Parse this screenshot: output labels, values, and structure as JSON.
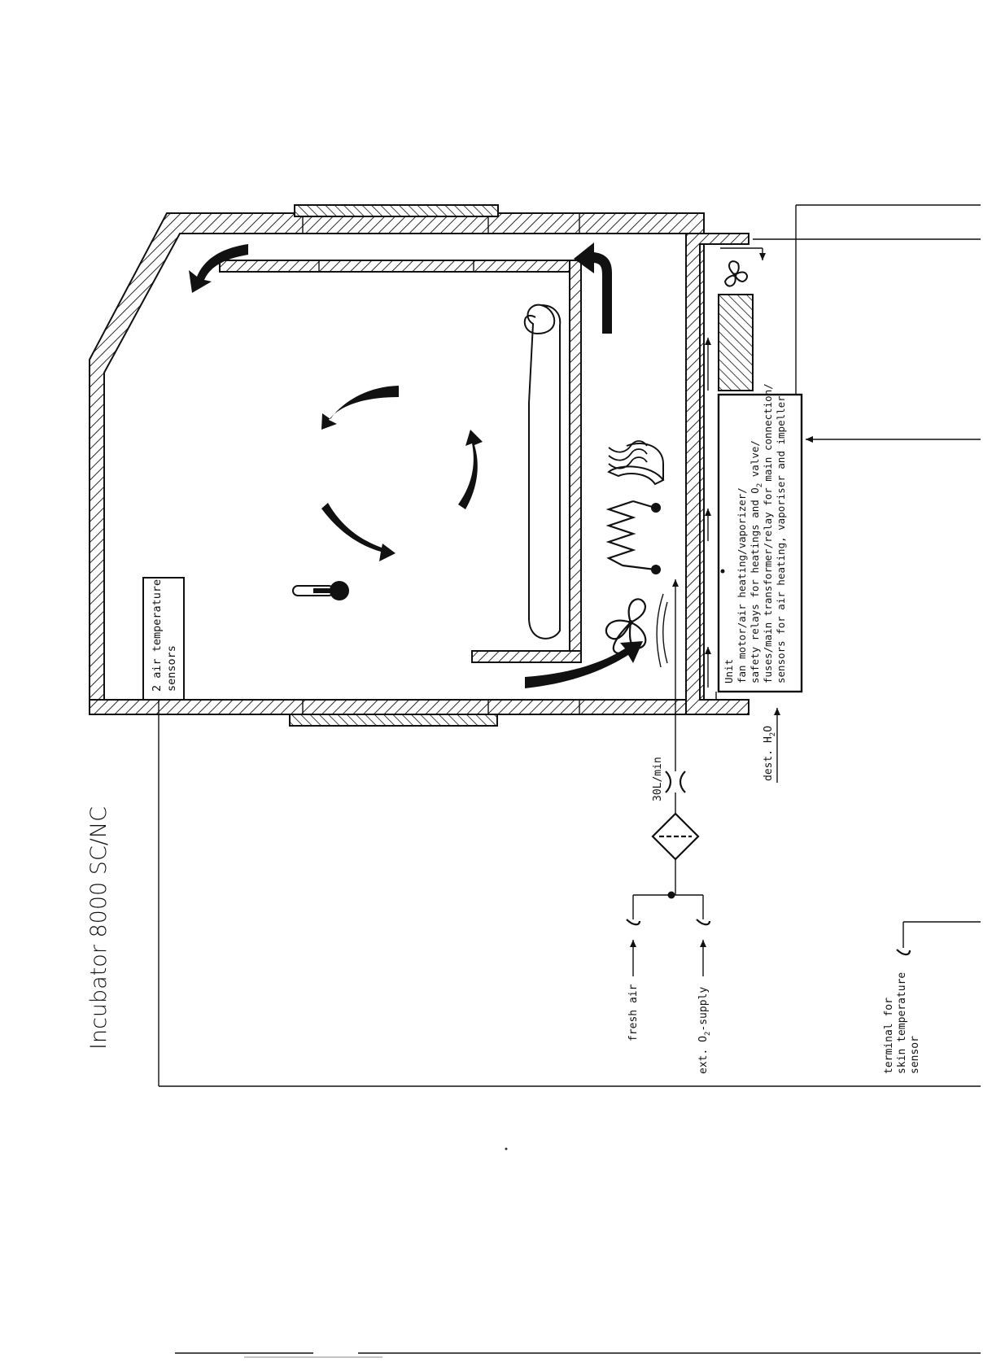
{
  "title": "Incubator 8000 SC/NC",
  "labels": {
    "air_sensors_line1": "2 air temperature",
    "air_sensors_line2": "sensors",
    "flow_rate": "30L/min",
    "fresh_air": "fresh air",
    "o2_supply": "ext. O",
    "o2_supply_sub": "2",
    "o2_supply_rest": "-supply",
    "dest_water": "dest. H",
    "dest_water_sub": "2",
    "dest_water_rest": "O",
    "skin_terminal_line1": "terminal for",
    "skin_terminal_line2": "skin temperature",
    "skin_terminal_line3": "sensor",
    "unit_line1": "Unit",
    "unit_line2": "fan motor/air heating/vaporizer/",
    "unit_line3_a": "safety relays for heatings and O",
    "unit_line3_sub": "2",
    "unit_line3_b": " valve/",
    "unit_line4": "fuses/main transformer/relay for main connection/",
    "unit_line5": "sensors for air heating, vaporiser and impeller"
  },
  "icons": [
    "fan-icon",
    "heater-coil-icon",
    "vapor-icon",
    "thermometer-icon",
    "filter-icon",
    "flow-restrictor-icon",
    "circulation-arrow-icon",
    "small-fan-icon"
  ]
}
